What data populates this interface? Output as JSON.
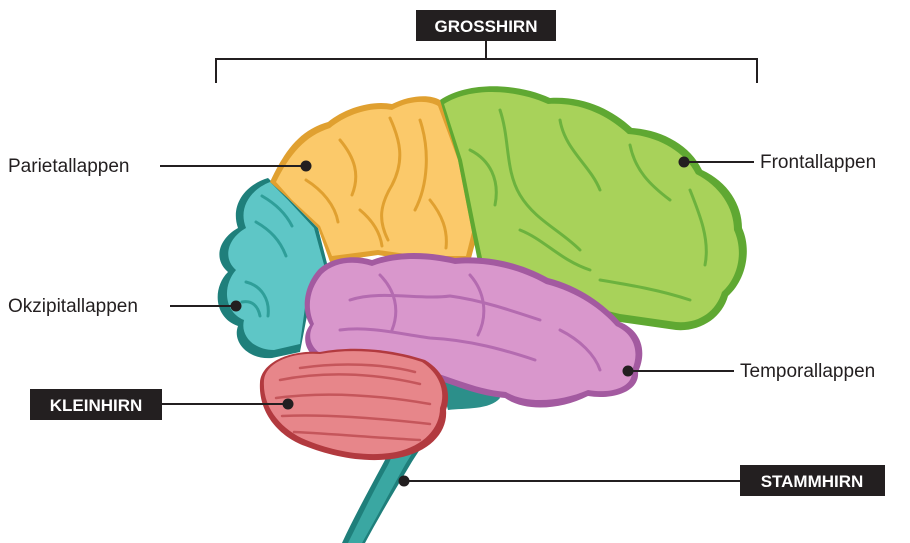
{
  "diagram": {
    "header_label": "GROSSHIRN",
    "labels": {
      "parietal": "Parietallappen",
      "frontal": "Frontallappen",
      "occipital": "Okzipitallappen",
      "temporal": "Temporallappen",
      "cerebellum": "KLEINHIRN",
      "brainstem": "STAMMHIRN"
    },
    "colors": {
      "frontal": "#a8d25a",
      "parietal": "#fbc96a",
      "occipital": "#5ec6c6",
      "temporal": "#d997cc",
      "cerebellum": "#e7868a",
      "brainstem": "#3aa7a2",
      "label_box": "#231f20"
    }
  }
}
